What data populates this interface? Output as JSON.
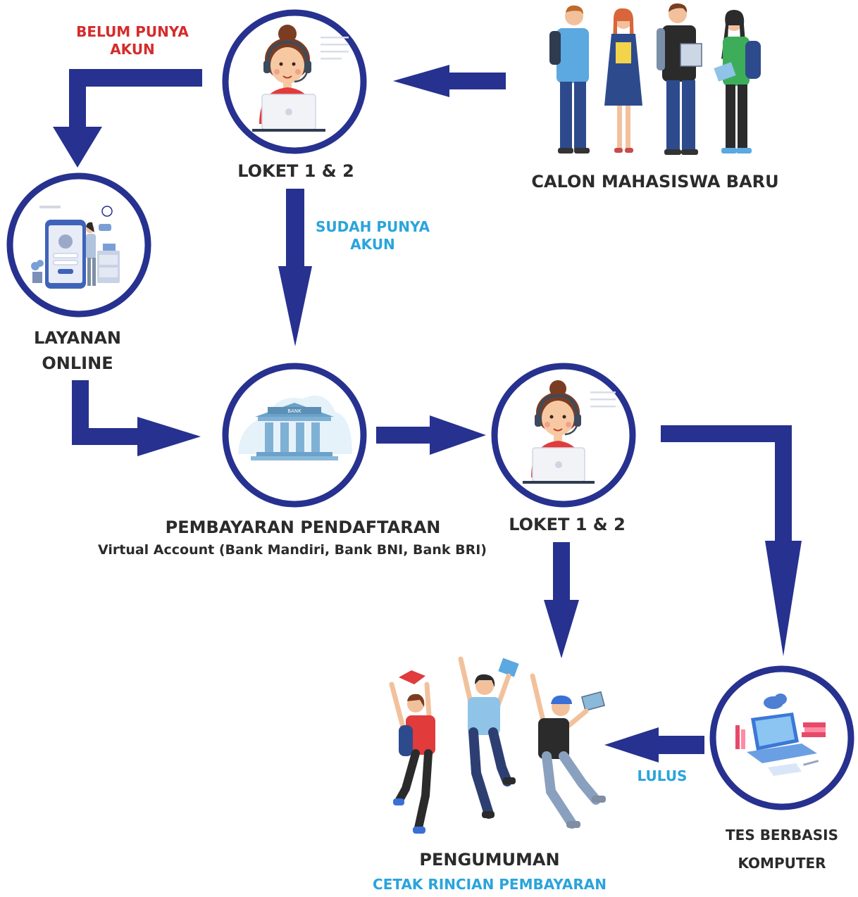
{
  "colors": {
    "arrow": "#27318f",
    "ring": "#27318f",
    "label_dark": "#2b2b2b",
    "label_red": "#d62b2b",
    "label_blue": "#2aa4dc"
  },
  "nodes": {
    "loket_top": {
      "label": "LOKET 1 & 2",
      "icon": "customer-service-agent-icon"
    },
    "calon": {
      "label": "CALON MAHASISWA BARU",
      "icon": "students-group-icon"
    },
    "layanan": {
      "label_line1": "LAYANAN",
      "label_line2": "ONLINE",
      "icon": "mobile-login-icon"
    },
    "pembayaran": {
      "label": "PEMBAYARAN PENDAFTARAN",
      "sublabel": "Virtual Account (Bank Mandiri, Bank BNI, Bank BRI)",
      "icon": "bank-building-icon",
      "bank_sign": "BANK"
    },
    "loket_mid": {
      "label": "LOKET 1 & 2",
      "icon": "customer-service-agent-icon"
    },
    "tes": {
      "label_line1": "TES BERBASIS",
      "label_line2": "KOMPUTER",
      "icon": "computer-test-icon"
    },
    "pengumuman": {
      "label": "PENGUMUMAN",
      "sublabel": "CETAK RINCIAN PEMBAYARAN",
      "icon": "celebrating-students-icon"
    }
  },
  "edges": {
    "belum": {
      "line1": "BELUM PUNYA",
      "line2": "AKUN"
    },
    "sudah": {
      "line1": "SUDAH PUNYA",
      "line2": "AKUN"
    },
    "lulus": {
      "label": "LULUS"
    }
  }
}
